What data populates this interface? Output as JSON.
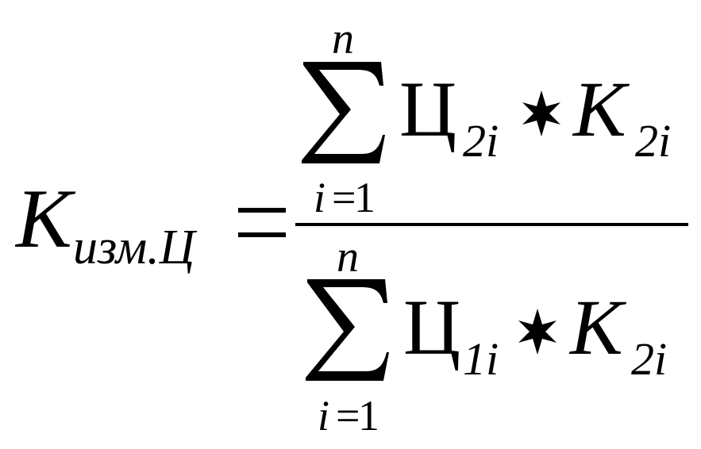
{
  "formula": {
    "lhs": {
      "symbol": "K",
      "subscript": "изм.Ц"
    },
    "equals": "=",
    "numerator": {
      "upper_limit": "n",
      "lower_limit": {
        "var": "i",
        "eq": "=",
        "start": "1"
      },
      "price": {
        "symbol": "Ц",
        "subscript": "2i"
      },
      "coef": {
        "symbol": "K",
        "subscript": "2i"
      }
    },
    "denominator": {
      "upper_limit": "n",
      "lower_limit": {
        "var": "i",
        "eq": "=",
        "start": "1"
      },
      "price": {
        "symbol": "Ц",
        "subscript": "1i"
      },
      "coef": {
        "symbol": "K",
        "subscript": "2i"
      }
    }
  }
}
